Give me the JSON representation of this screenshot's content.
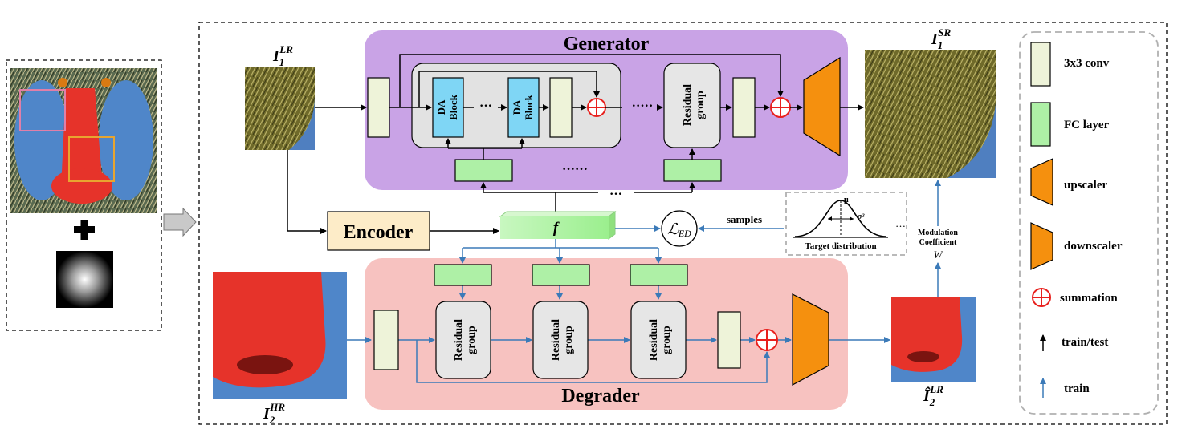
{
  "generator": {
    "title": "Generator",
    "da_block_label": "DA\nBlock",
    "residual_group_label": "Residual\ngroup",
    "ellipsis_dots": "······",
    "ellipsis_mid": "···"
  },
  "degrader": {
    "title": "Degrader",
    "residual_group_label": "Residual\ngroup"
  },
  "encoder": {
    "label": "Encoder"
  },
  "feature": {
    "label": "f"
  },
  "loss": {
    "label": "ℒ",
    "subscript": "ED"
  },
  "samples": {
    "label": "samples"
  },
  "target_dist": {
    "caption": "Target distribution",
    "mu": "μ",
    "sigma": "σ²",
    "dots": "…"
  },
  "modulation": {
    "line1": "Modulation",
    "line2": "Coefficient",
    "symbol": "W"
  },
  "images": {
    "i1_lr": {
      "base": "I",
      "sub": "1",
      "sup": "LR"
    },
    "i1_sr": {
      "base": "I",
      "sub": "1",
      "sup": "SR"
    },
    "i2_hr": {
      "base": "I",
      "sub": "2",
      "sup": "HR"
    },
    "i2_lr_hat": {
      "base": "Î",
      "sub": "2",
      "sup": "LR"
    }
  },
  "legend": {
    "items": [
      {
        "label": "3x3 conv"
      },
      {
        "label": "FC layer"
      },
      {
        "label": "upscaler"
      },
      {
        "label": "downscaler"
      },
      {
        "label": "summation"
      },
      {
        "label": "train/test"
      },
      {
        "label": "train"
      }
    ]
  },
  "colors": {
    "generator_bg": "#c9a3e6",
    "degrader_bg": "#f7c2c0",
    "conv": "#eef3d9",
    "fc": "#aef0a6",
    "da_block": "#7fd6f5",
    "residual": "#e6e6e6",
    "encoder": "#fdecc8",
    "scaler": "#f5900e",
    "sum": "#e8201d",
    "blue_arrow": "#3b7ab8"
  }
}
